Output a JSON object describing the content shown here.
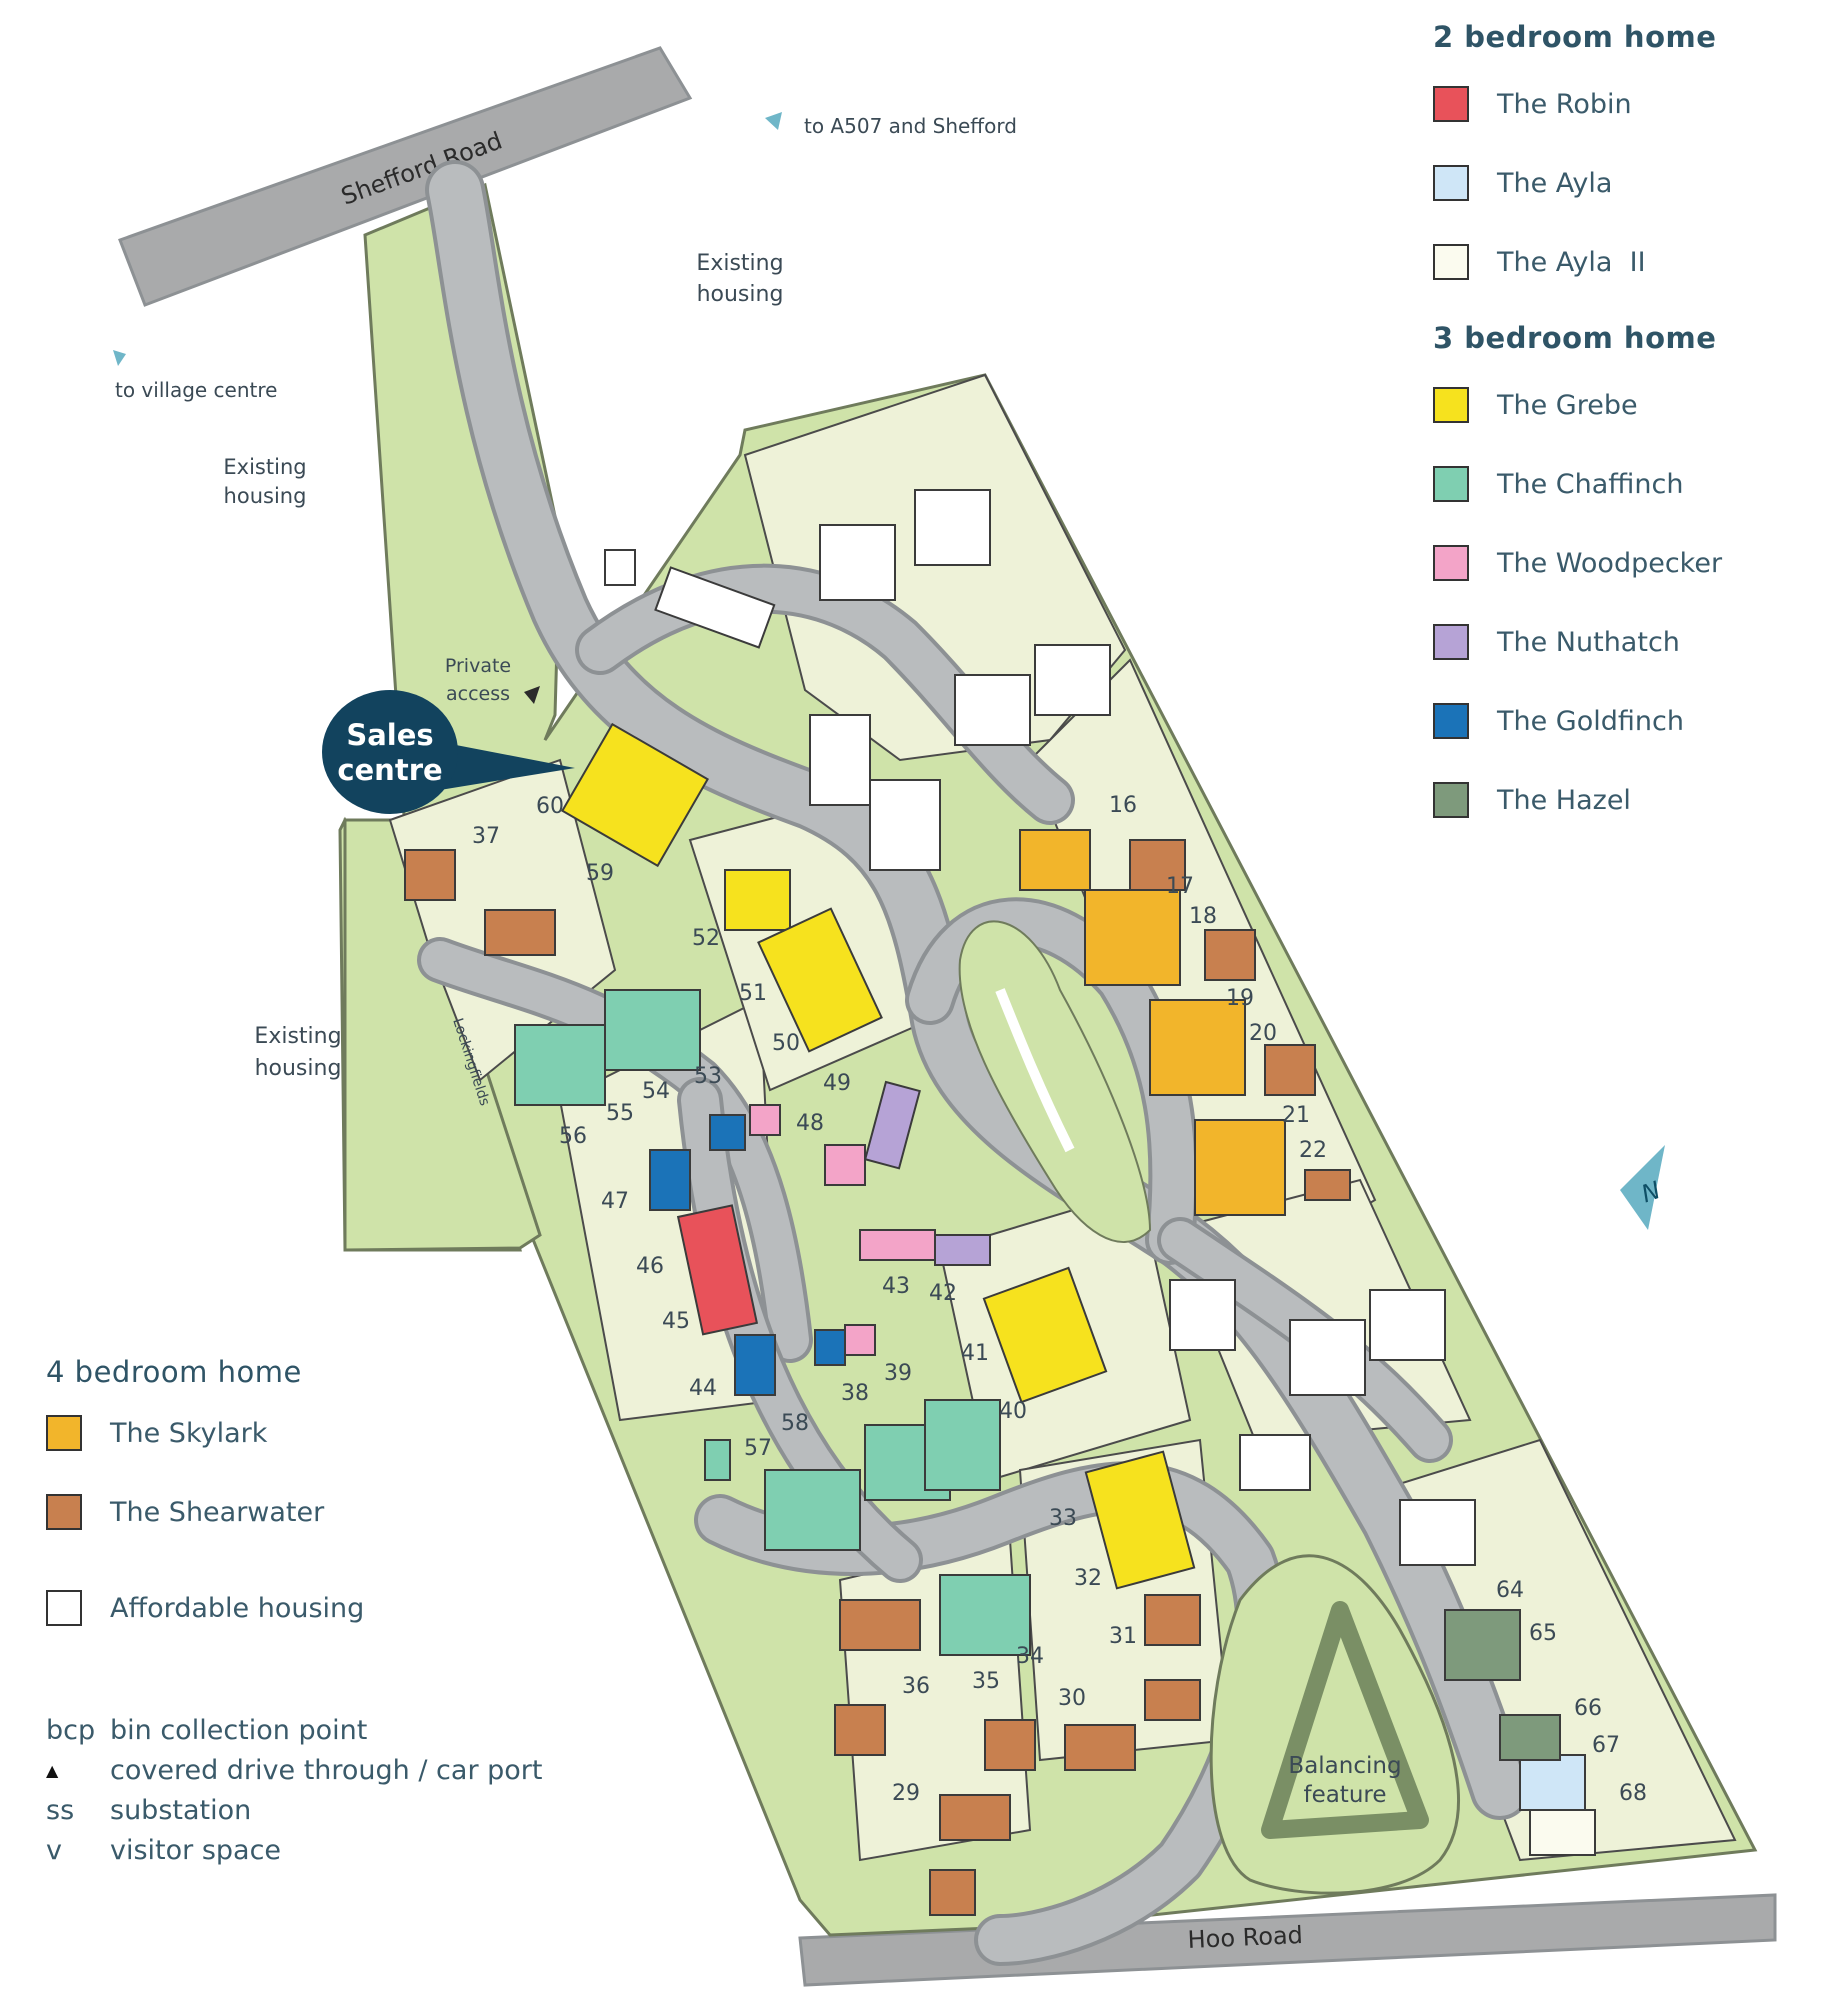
{
  "legend_top": {
    "two_bed": {
      "title": "2 bedroom home",
      "items": [
        {
          "name": "The Robin",
          "color": "#e8525a"
        },
        {
          "name": "The Ayla",
          "color": "#cfe6f7"
        },
        {
          "name": "The Ayla  II",
          "color": "#fbfbef"
        }
      ]
    },
    "three_bed": {
      "title": "3 bedroom home",
      "items": [
        {
          "name": "The Grebe",
          "color": "#f6e21e"
        },
        {
          "name": "The Chaffinch",
          "color": "#7fcfb1"
        },
        {
          "name": "The Woodpecker",
          "color": "#f3a4c8"
        },
        {
          "name": "The Nuthatch",
          "color": "#b6a3d6"
        },
        {
          "name": "The Goldfinch",
          "color": "#1b73b8"
        },
        {
          "name": "The Hazel",
          "color": "#7e9a7c"
        }
      ]
    }
  },
  "legend_bottom": {
    "four_bed": {
      "title": "4 bedroom home",
      "items": [
        {
          "name": "The Skylark",
          "color": "#f2b52b"
        },
        {
          "name": "The Shearwater",
          "color": "#c8804f"
        }
      ]
    },
    "affordable": {
      "name": "Affordable housing",
      "color": "#ffffff"
    },
    "keys": [
      {
        "key": "bcp",
        "text": "bin collection point"
      },
      {
        "key": "▲",
        "text": "covered drive through / car port"
      },
      {
        "key": "ss",
        "text": "substation"
      },
      {
        "key": "v",
        "text": "visitor space"
      }
    ]
  },
  "map": {
    "roads": {
      "shefford": "Shefford Road",
      "hoo": "Hoo Road",
      "path": "Lockingfields"
    },
    "labels": {
      "to_a507": "to A507 and Shefford",
      "to_village": "to village centre",
      "existing_1": "Existing",
      "existing_1b": "housing",
      "existing_2": "Existing",
      "existing_2b": "housing",
      "existing_3": "Existing",
      "existing_3b": "housing",
      "private": "Private",
      "private_b": "access",
      "sales": "Sales",
      "sales_b": "centre",
      "balancing": "Balancing",
      "balancing_b": "feature",
      "north": "N"
    },
    "plots": [
      "16",
      "17",
      "18",
      "19",
      "20",
      "21",
      "22",
      "29",
      "30",
      "31",
      "32",
      "33",
      "34",
      "35",
      "36",
      "37",
      "38",
      "39",
      "40",
      "41",
      "42",
      "43",
      "44",
      "45",
      "46",
      "47",
      "48",
      "49",
      "50",
      "51",
      "52",
      "53",
      "54",
      "55",
      "56",
      "57",
      "58",
      "59",
      "60",
      "64",
      "65",
      "66",
      "67",
      "68"
    ],
    "colors": {
      "site_green": "#cfe3a9",
      "plot_cream": "#eef2d8",
      "road_gray": "#b9bcbe",
      "road_edge": "#8d9194",
      "shefford_gray": "#a9aaab",
      "line": "#4b4b4b"
    }
  }
}
